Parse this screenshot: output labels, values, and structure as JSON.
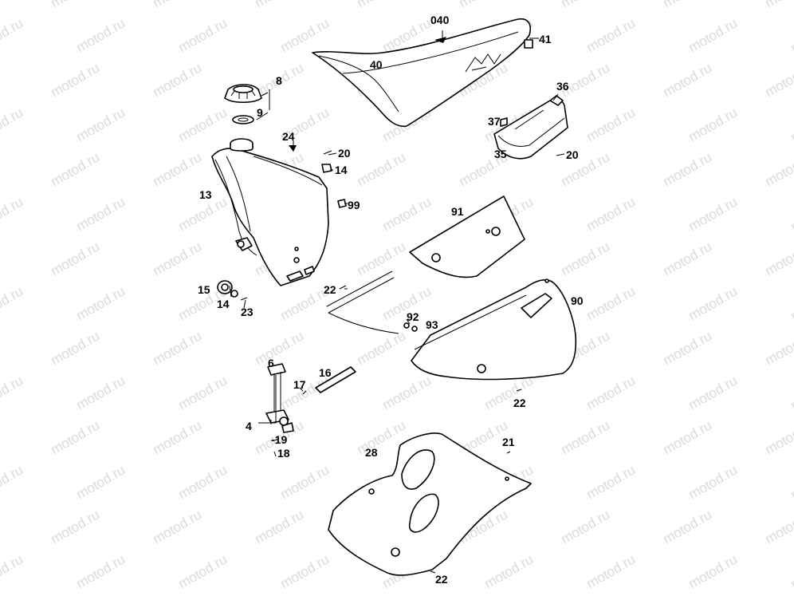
{
  "watermark": {
    "text": "motod.ru"
  },
  "labels": {
    "l040": "040",
    "l41": "41",
    "l40": "40",
    "l8": "8",
    "l9": "9",
    "l36": "36",
    "l37": "37",
    "l35": "35",
    "l20b": "20",
    "l24": "24",
    "l20a": "20",
    "l14a": "14",
    "l13": "13",
    "l99": "99",
    "l91": "91",
    "l15": "15",
    "l14b": "14",
    "l23": "23",
    "l22a": "22",
    "l90": "90",
    "l92": "92",
    "l93": "93",
    "l6": "6",
    "l17": "17",
    "l16": "16",
    "l22b": "22",
    "l4": "4",
    "l19": "-19",
    "l18": "18",
    "l21": "21",
    "l28": "28",
    "l22c": "22"
  },
  "colors": {
    "background": "#ffffff",
    "ink": "#000000",
    "watermark": "#dadada"
  }
}
